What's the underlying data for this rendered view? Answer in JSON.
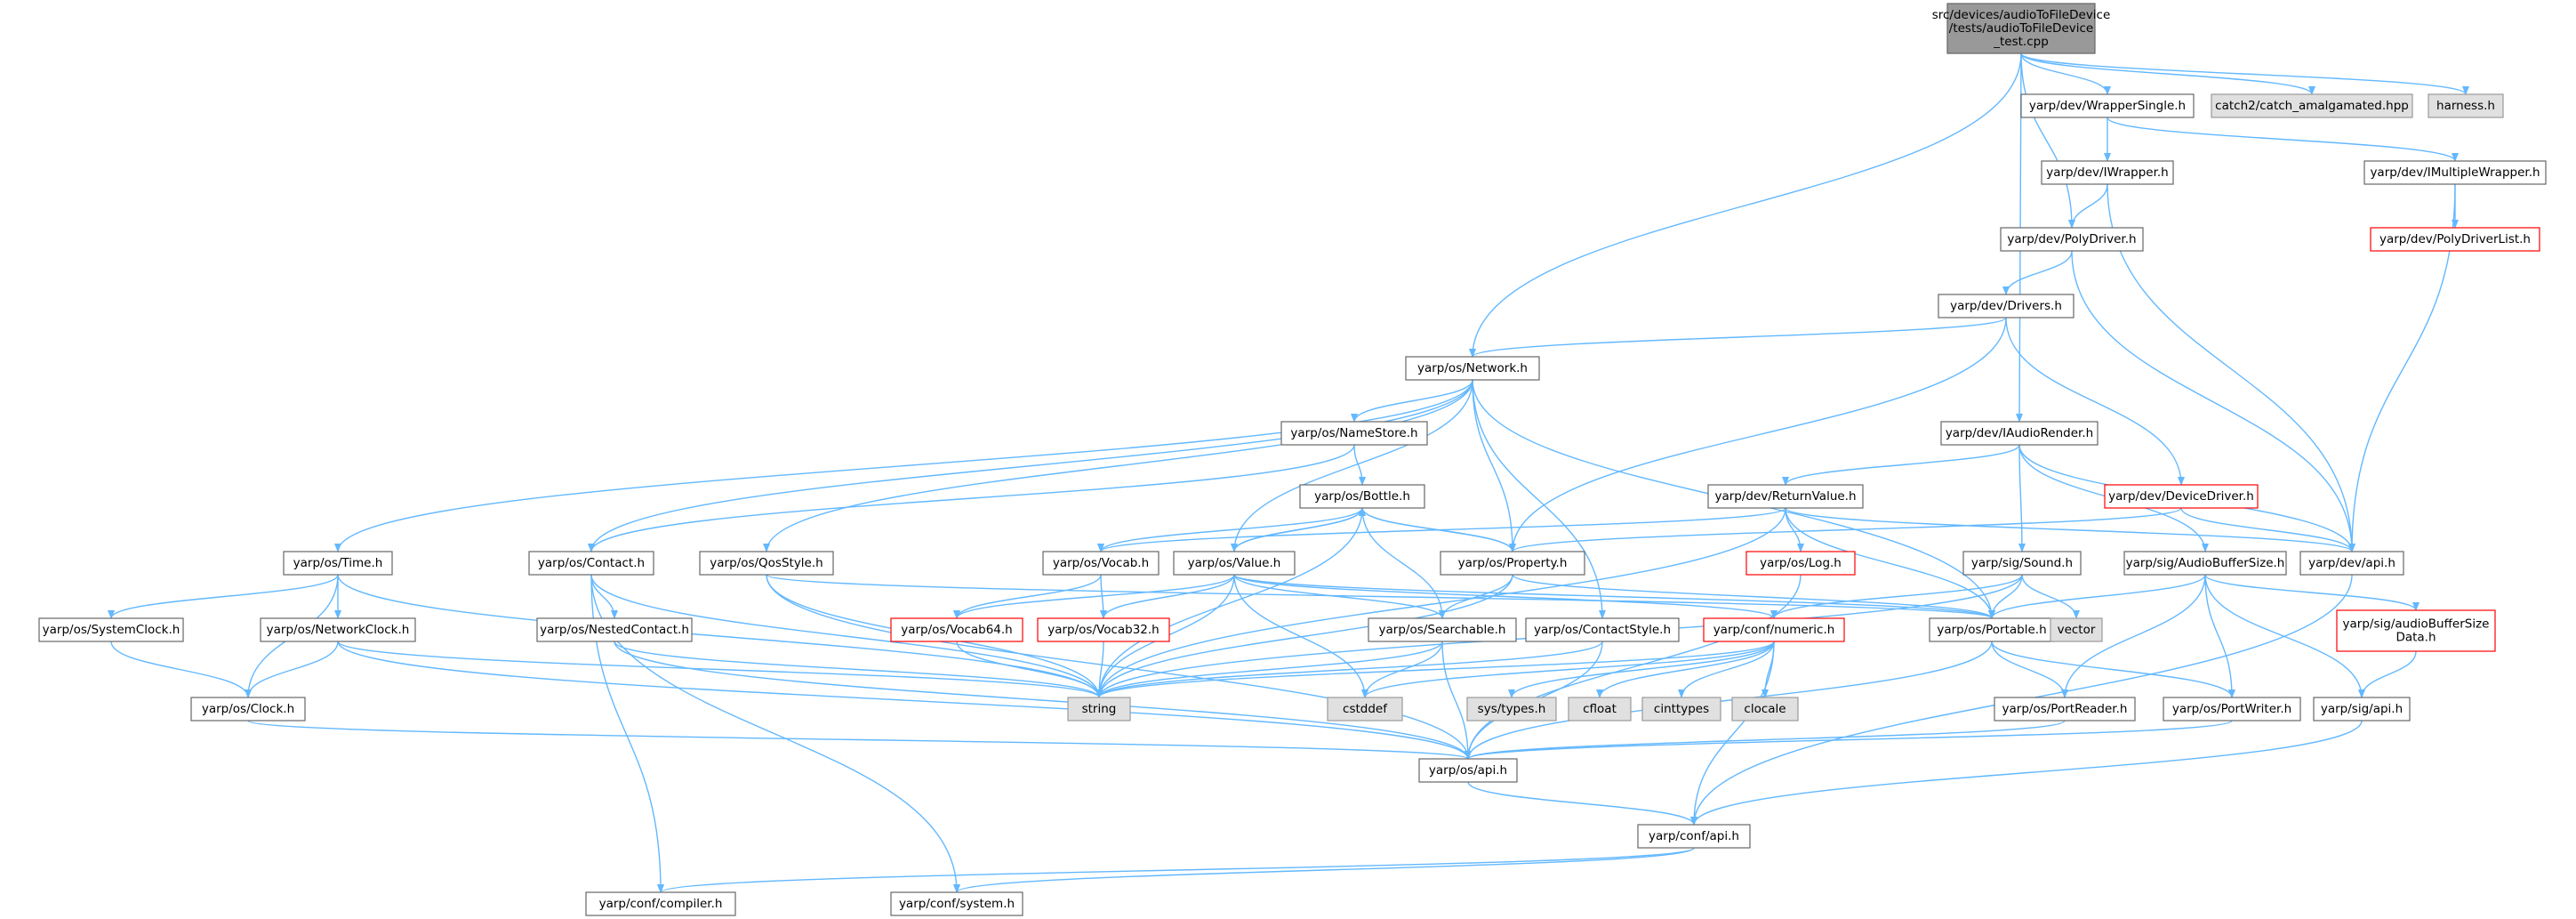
{
  "colors": {
    "edge": "#63b8ff",
    "node_border": "#666666",
    "node_fill": "#ffffff",
    "error_border": "#ff0000",
    "external_fill": "#e0e0e0",
    "external_border": "#999999",
    "root_fill": "#999999",
    "root_border": "#666666",
    "text": "#000000"
  },
  "nodes": [
    {
      "id": "root",
      "lines": [
        "src/devices/audioToFileDevice",
        "/tests/audioToFileDevice",
        "_test.cpp"
      ],
      "kind": "root"
    },
    {
      "id": "wrapsingle",
      "lines": [
        "yarp/dev/WrapperSingle.h"
      ],
      "kind": "normal"
    },
    {
      "id": "catch2",
      "lines": [
        "catch2/catch_amalgamated.hpp"
      ],
      "kind": "external"
    },
    {
      "id": "harness",
      "lines": [
        "harness.h"
      ],
      "kind": "external"
    },
    {
      "id": "iwrapper",
      "lines": [
        "yarp/dev/IWrapper.h"
      ],
      "kind": "normal"
    },
    {
      "id": "imultiwrapper",
      "lines": [
        "yarp/dev/IMultipleWrapper.h"
      ],
      "kind": "normal"
    },
    {
      "id": "polydrvlist",
      "lines": [
        "yarp/dev/PolyDriverList.h"
      ],
      "kind": "error"
    },
    {
      "id": "polydriver",
      "lines": [
        "yarp/dev/PolyDriver.h"
      ],
      "kind": "normal"
    },
    {
      "id": "drivers",
      "lines": [
        "yarp/dev/Drivers.h"
      ],
      "kind": "normal"
    },
    {
      "id": "network",
      "lines": [
        "yarp/os/Network.h"
      ],
      "kind": "normal"
    },
    {
      "id": "iaudiorender",
      "lines": [
        "yarp/dev/IAudioRender.h"
      ],
      "kind": "normal"
    },
    {
      "id": "namestore",
      "lines": [
        "yarp/os/NameStore.h"
      ],
      "kind": "normal"
    },
    {
      "id": "bottle",
      "lines": [
        "yarp/os/Bottle.h"
      ],
      "kind": "normal"
    },
    {
      "id": "returnvalue",
      "lines": [
        "yarp/dev/ReturnValue.h"
      ],
      "kind": "normal"
    },
    {
      "id": "devicedriver",
      "lines": [
        "yarp/dev/DeviceDriver.h"
      ],
      "kind": "error"
    },
    {
      "id": "time",
      "lines": [
        "yarp/os/Time.h"
      ],
      "kind": "normal"
    },
    {
      "id": "contact",
      "lines": [
        "yarp/os/Contact.h"
      ],
      "kind": "normal"
    },
    {
      "id": "qosstyle",
      "lines": [
        "yarp/os/QosStyle.h"
      ],
      "kind": "normal"
    },
    {
      "id": "vocab",
      "lines": [
        "yarp/os/Vocab.h"
      ],
      "kind": "normal"
    },
    {
      "id": "value",
      "lines": [
        "yarp/os/Value.h"
      ],
      "kind": "normal"
    },
    {
      "id": "property",
      "lines": [
        "yarp/os/Property.h"
      ],
      "kind": "normal"
    },
    {
      "id": "log",
      "lines": [
        "yarp/os/Log.h"
      ],
      "kind": "error"
    },
    {
      "id": "sound",
      "lines": [
        "yarp/sig/Sound.h"
      ],
      "kind": "normal"
    },
    {
      "id": "audiobuffersize",
      "lines": [
        "yarp/sig/AudioBufferSize.h"
      ],
      "kind": "normal"
    },
    {
      "id": "devapi",
      "lines": [
        "yarp/dev/api.h"
      ],
      "kind": "normal"
    },
    {
      "id": "systemclock",
      "lines": [
        "yarp/os/SystemClock.h"
      ],
      "kind": "normal"
    },
    {
      "id": "networkclock",
      "lines": [
        "yarp/os/NetworkClock.h"
      ],
      "kind": "normal"
    },
    {
      "id": "nestedcontact",
      "lines": [
        "yarp/os/NestedContact.h"
      ],
      "kind": "normal"
    },
    {
      "id": "vocab64",
      "lines": [
        "yarp/os/Vocab64.h"
      ],
      "kind": "error"
    },
    {
      "id": "vocab32",
      "lines": [
        "yarp/os/Vocab32.h"
      ],
      "kind": "error"
    },
    {
      "id": "searchable",
      "lines": [
        "yarp/os/Searchable.h"
      ],
      "kind": "normal"
    },
    {
      "id": "contactstyle",
      "lines": [
        "yarp/os/ContactStyle.h"
      ],
      "kind": "normal"
    },
    {
      "id": "numeric",
      "lines": [
        "yarp/conf/numeric.h"
      ],
      "kind": "error"
    },
    {
      "id": "portable",
      "lines": [
        "yarp/os/Portable.h"
      ],
      "kind": "normal"
    },
    {
      "id": "vector",
      "lines": [
        "vector"
      ],
      "kind": "external"
    },
    {
      "id": "audiobufdata",
      "lines": [
        "yarp/sig/audioBufferSize",
        "Data.h"
      ],
      "kind": "error"
    },
    {
      "id": "clock",
      "lines": [
        "yarp/os/Clock.h"
      ],
      "kind": "normal"
    },
    {
      "id": "string",
      "lines": [
        "string"
      ],
      "kind": "external"
    },
    {
      "id": "cstddef",
      "lines": [
        "cstddef"
      ],
      "kind": "external"
    },
    {
      "id": "systypes",
      "lines": [
        "sys/types.h"
      ],
      "kind": "external"
    },
    {
      "id": "cfloat",
      "lines": [
        "cfloat"
      ],
      "kind": "external"
    },
    {
      "id": "cinttypes",
      "lines": [
        "cinttypes"
      ],
      "kind": "external"
    },
    {
      "id": "clocale",
      "lines": [
        "clocale"
      ],
      "kind": "external"
    },
    {
      "id": "portreader",
      "lines": [
        "yarp/os/PortReader.h"
      ],
      "kind": "normal"
    },
    {
      "id": "portwriter",
      "lines": [
        "yarp/os/PortWriter.h"
      ],
      "kind": "normal"
    },
    {
      "id": "sigapi",
      "lines": [
        "yarp/sig/api.h"
      ],
      "kind": "normal"
    },
    {
      "id": "osapi",
      "lines": [
        "yarp/os/api.h"
      ],
      "kind": "normal"
    },
    {
      "id": "confapi",
      "lines": [
        "yarp/conf/api.h"
      ],
      "kind": "normal"
    },
    {
      "id": "compiler",
      "lines": [
        "yarp/conf/compiler.h"
      ],
      "kind": "normal"
    },
    {
      "id": "system",
      "lines": [
        "yarp/conf/system.h"
      ],
      "kind": "normal"
    }
  ],
  "edges": [
    [
      "root",
      "wrapsingle"
    ],
    [
      "root",
      "catch2"
    ],
    [
      "root",
      "harness"
    ],
    [
      "root",
      "polydriver"
    ],
    [
      "root",
      "network"
    ],
    [
      "root",
      "iaudiorender"
    ],
    [
      "wrapsingle",
      "iwrapper"
    ],
    [
      "wrapsingle",
      "imultiwrapper"
    ],
    [
      "iwrapper",
      "polydriver"
    ],
    [
      "iwrapper",
      "devapi"
    ],
    [
      "imultiwrapper",
      "polydrvlist"
    ],
    [
      "imultiwrapper",
      "devapi"
    ],
    [
      "polydriver",
      "drivers"
    ],
    [
      "polydriver",
      "devapi"
    ],
    [
      "drivers",
      "network"
    ],
    [
      "drivers",
      "property"
    ],
    [
      "drivers",
      "devicedriver"
    ],
    [
      "network",
      "namestore"
    ],
    [
      "network",
      "time"
    ],
    [
      "network",
      "contact"
    ],
    [
      "network",
      "qosstyle"
    ],
    [
      "network",
      "value"
    ],
    [
      "network",
      "property"
    ],
    [
      "network",
      "contactstyle"
    ],
    [
      "network",
      "portable"
    ],
    [
      "iaudiorender",
      "returnvalue"
    ],
    [
      "iaudiorender",
      "sound"
    ],
    [
      "iaudiorender",
      "audiobuffersize"
    ],
    [
      "iaudiorender",
      "devapi"
    ],
    [
      "namestore",
      "contact"
    ],
    [
      "namestore",
      "bottle"
    ],
    [
      "bottle",
      "value"
    ],
    [
      "bottle",
      "property"
    ],
    [
      "bottle",
      "vocab"
    ],
    [
      "bottle",
      "searchable"
    ],
    [
      "bottle",
      "string"
    ],
    [
      "returnvalue",
      "vocab"
    ],
    [
      "returnvalue",
      "log"
    ],
    [
      "returnvalue",
      "portable"
    ],
    [
      "returnvalue",
      "string"
    ],
    [
      "returnvalue",
      "devapi"
    ],
    [
      "devicedriver",
      "property"
    ],
    [
      "devicedriver",
      "devapi"
    ],
    [
      "time",
      "systemclock"
    ],
    [
      "time",
      "networkclock"
    ],
    [
      "time",
      "clock"
    ],
    [
      "time",
      "string"
    ],
    [
      "contact",
      "nestedcontact"
    ],
    [
      "contact",
      "string"
    ],
    [
      "contact",
      "compiler"
    ],
    [
      "contact",
      "system"
    ],
    [
      "qosstyle",
      "portable"
    ],
    [
      "qosstyle",
      "string"
    ],
    [
      "qosstyle",
      "osapi"
    ],
    [
      "vocab",
      "vocab64"
    ],
    [
      "vocab",
      "vocab32"
    ],
    [
      "value",
      "bottle"
    ],
    [
      "value",
      "vocab64"
    ],
    [
      "value",
      "vocab32"
    ],
    [
      "value",
      "searchable"
    ],
    [
      "value",
      "portable"
    ],
    [
      "value",
      "numeric"
    ],
    [
      "value",
      "cstddef"
    ],
    [
      "value",
      "string"
    ],
    [
      "property",
      "bottle"
    ],
    [
      "property",
      "searchable"
    ],
    [
      "property",
      "portable"
    ],
    [
      "property",
      "string"
    ],
    [
      "log",
      "osapi"
    ],
    [
      "sound",
      "portable"
    ],
    [
      "sound",
      "vector"
    ],
    [
      "sound",
      "numeric"
    ],
    [
      "sound",
      "string"
    ],
    [
      "audiobuffersize",
      "portable"
    ],
    [
      "audiobuffersize",
      "audiobufdata"
    ],
    [
      "audiobuffersize",
      "sigapi"
    ],
    [
      "audiobuffersize",
      "portreader"
    ],
    [
      "audiobuffersize",
      "portwriter"
    ],
    [
      "devapi",
      "confapi"
    ],
    [
      "systemclock",
      "clock"
    ],
    [
      "networkclock",
      "clock"
    ],
    [
      "networkclock",
      "string"
    ],
    [
      "networkclock",
      "osapi"
    ],
    [
      "nestedcontact",
      "string"
    ],
    [
      "nestedcontact",
      "osapi"
    ],
    [
      "vocab64",
      "string"
    ],
    [
      "vocab32",
      "string"
    ],
    [
      "searchable",
      "cstddef"
    ],
    [
      "searchable",
      "string"
    ],
    [
      "searchable",
      "osapi"
    ],
    [
      "contactstyle",
      "string"
    ],
    [
      "contactstyle",
      "osapi"
    ],
    [
      "numeric",
      "string"
    ],
    [
      "numeric",
      "cstddef"
    ],
    [
      "numeric",
      "systypes"
    ],
    [
      "numeric",
      "cfloat"
    ],
    [
      "numeric",
      "cinttypes"
    ],
    [
      "numeric",
      "clocale"
    ],
    [
      "numeric",
      "confapi"
    ],
    [
      "portable",
      "portreader"
    ],
    [
      "portable",
      "portwriter"
    ],
    [
      "portable",
      "osapi"
    ],
    [
      "audiobufdata",
      "sigapi"
    ],
    [
      "clock",
      "osapi"
    ],
    [
      "portreader",
      "osapi"
    ],
    [
      "portwriter",
      "osapi"
    ],
    [
      "sigapi",
      "confapi"
    ],
    [
      "osapi",
      "confapi"
    ],
    [
      "confapi",
      "compiler"
    ],
    [
      "confapi",
      "system"
    ]
  ]
}
